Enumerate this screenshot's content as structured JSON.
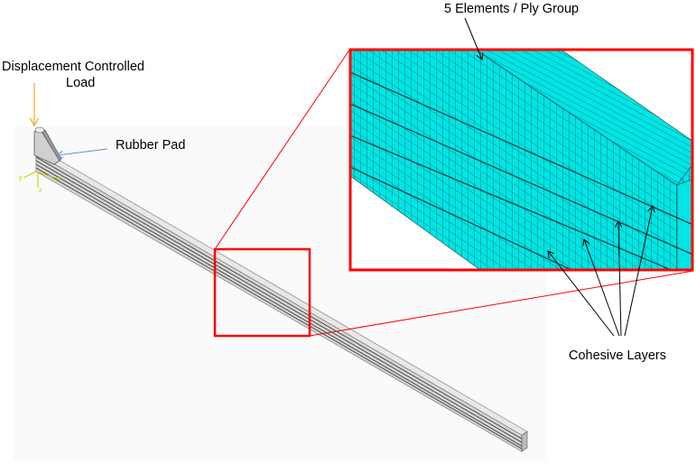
{
  "labels": {
    "load_line1": "Displacement Controlled",
    "load_line2": "Load",
    "rubber_pad": "Rubber Pad",
    "elements_per_ply": "5 Elements / Ply Group",
    "cohesive_layers": "Cohesive Layers"
  },
  "axes_triad": {
    "x": "x",
    "y": "y",
    "z": "z"
  },
  "colors": {
    "mesh": "#00e5e5",
    "zoom_box": "#ff0000",
    "load_arrow": "#f5a623",
    "pad_arrow": "#6a8fc8",
    "triad": "#c8c800"
  }
}
